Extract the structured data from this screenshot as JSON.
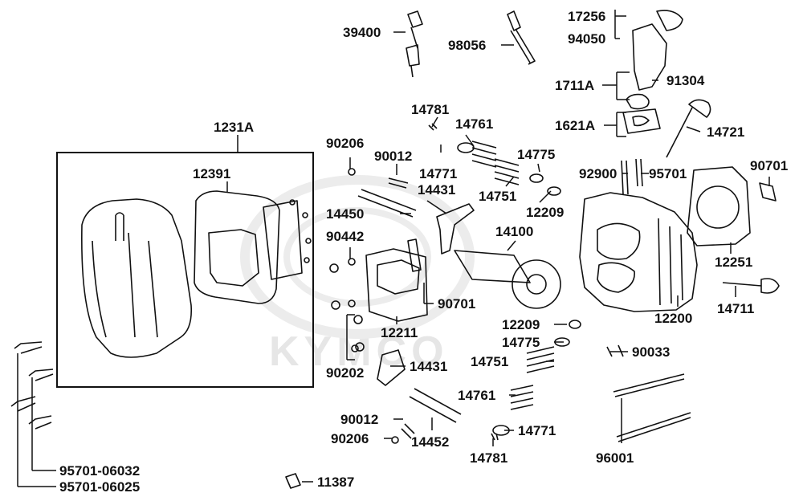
{
  "watermark": "KYMCO",
  "parts": [
    {
      "id": "39400",
      "label": "39400"
    },
    {
      "id": "98056",
      "label": "98056"
    },
    {
      "id": "17256",
      "label": "17256"
    },
    {
      "id": "94050",
      "label": "94050"
    },
    {
      "id": "1711A",
      "label": "1711A"
    },
    {
      "id": "91304",
      "label": "91304"
    },
    {
      "id": "1621A",
      "label": "1621A"
    },
    {
      "id": "14721",
      "label": "14721"
    },
    {
      "id": "1231A",
      "label": "1231A"
    },
    {
      "id": "12391",
      "label": "12391"
    },
    {
      "id": "14781a",
      "label": "14781"
    },
    {
      "id": "14761a",
      "label": "14761"
    },
    {
      "id": "90206a",
      "label": "90206"
    },
    {
      "id": "90012a",
      "label": "90012"
    },
    {
      "id": "14771a",
      "label": "14771"
    },
    {
      "id": "14775a",
      "label": "14775"
    },
    {
      "id": "92900",
      "label": "92900"
    },
    {
      "id": "95701",
      "label": "95701"
    },
    {
      "id": "90701a",
      "label": "90701"
    },
    {
      "id": "14431a",
      "label": "14431"
    },
    {
      "id": "14751a",
      "label": "14751"
    },
    {
      "id": "12209a",
      "label": "12209"
    },
    {
      "id": "14450",
      "label": "14450"
    },
    {
      "id": "14100",
      "label": "14100"
    },
    {
      "id": "90442",
      "label": "90442"
    },
    {
      "id": "12251",
      "label": "12251"
    },
    {
      "id": "90701b",
      "label": "90701"
    },
    {
      "id": "12200",
      "label": "12200"
    },
    {
      "id": "14711",
      "label": "14711"
    },
    {
      "id": "12211",
      "label": "12211"
    },
    {
      "id": "12209b",
      "label": "12209"
    },
    {
      "id": "14775b",
      "label": "14775"
    },
    {
      "id": "90033",
      "label": "90033"
    },
    {
      "id": "14751b",
      "label": "14751"
    },
    {
      "id": "90202",
      "label": "90202"
    },
    {
      "id": "14431b",
      "label": "14431"
    },
    {
      "id": "14761b",
      "label": "14761"
    },
    {
      "id": "90012b",
      "label": "90012"
    },
    {
      "id": "14771b",
      "label": "14771"
    },
    {
      "id": "90206b",
      "label": "90206"
    },
    {
      "id": "14452",
      "label": "14452"
    },
    {
      "id": "14781b",
      "label": "14781"
    },
    {
      "id": "96001",
      "label": "96001"
    },
    {
      "id": "95701-06032",
      "label": "95701-06032"
    },
    {
      "id": "95701-06025",
      "label": "95701-06025"
    },
    {
      "id": "11387",
      "label": "11387"
    }
  ]
}
